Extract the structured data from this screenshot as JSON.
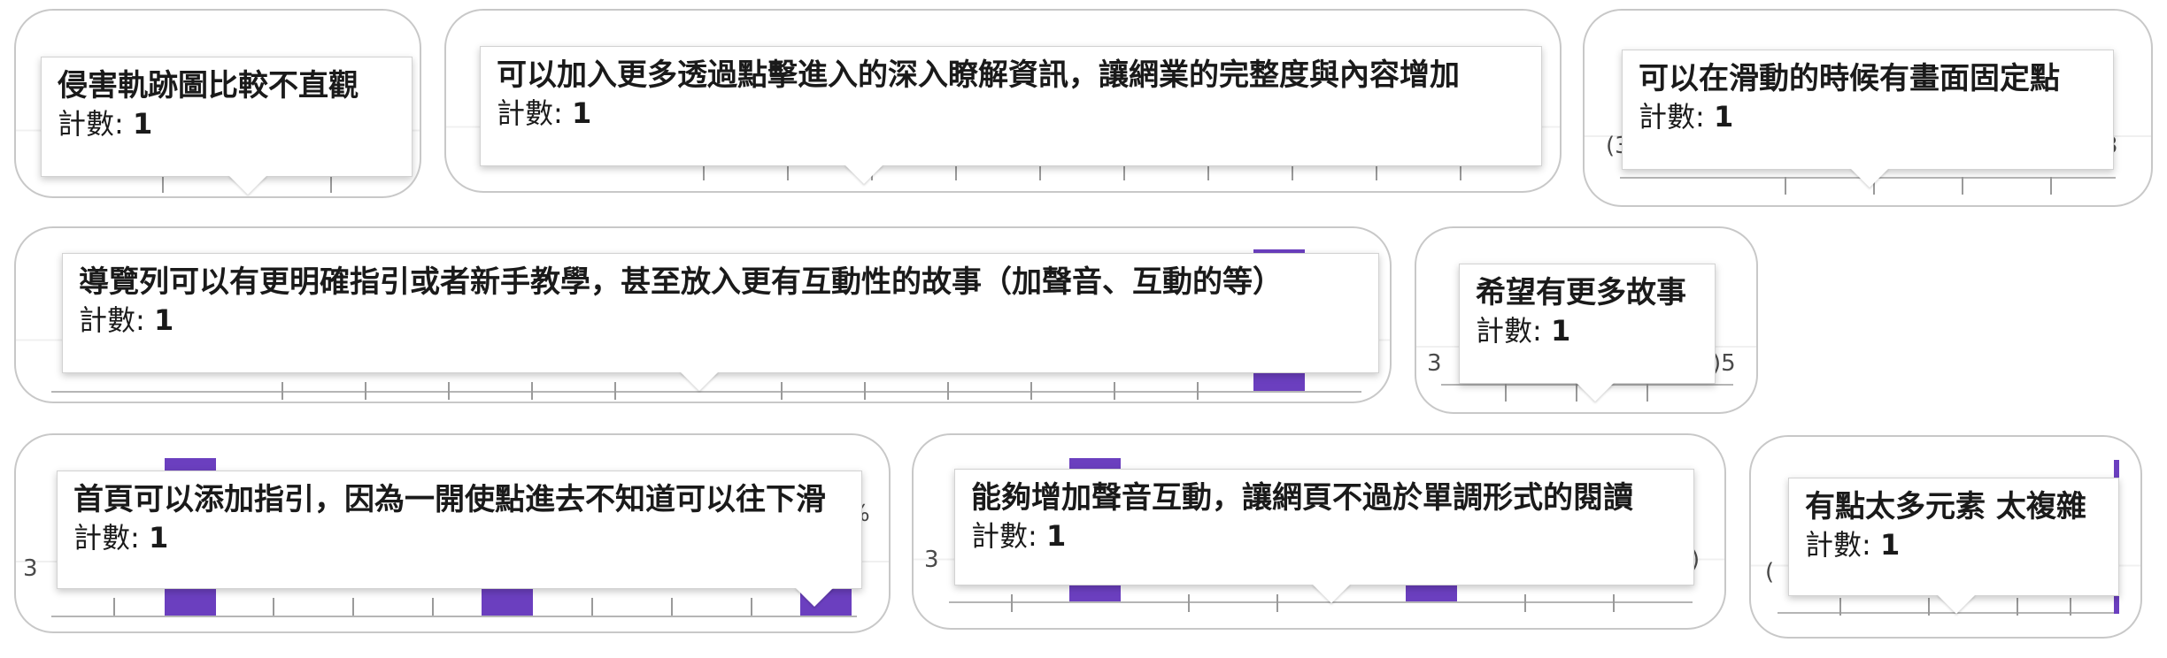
{
  "count_label": "計數:",
  "colors": {
    "bar": "#6b3fbf",
    "card_border": "#c8c8c8"
  },
  "tooltips": [
    {
      "title": "侵害軌跡圖比較不直觀",
      "count": "1"
    },
    {
      "title": "可以加入更多透過點擊進入的深入瞭解資訊，讓網業的完整度與內容增加",
      "count": "1"
    },
    {
      "title": "可以在滑動的時候有畫面固定點",
      "count": "1"
    },
    {
      "title": "導覽列可以有更明確指引或者新手教學，甚至放入更有互動性的故事（加聲音、互動的等）",
      "count": "1"
    },
    {
      "title": "希望有更多故事",
      "count": "1"
    },
    {
      "title": "首頁可以添加指引，因為一開使點進去不知道可以往下滑",
      "count": "1"
    },
    {
      "title": "能夠增加聲音互動，讓網頁不過於單調形式的閱讀",
      "count": "1"
    },
    {
      "title": "有點太多元素 太複雜",
      "count": "1"
    }
  ]
}
